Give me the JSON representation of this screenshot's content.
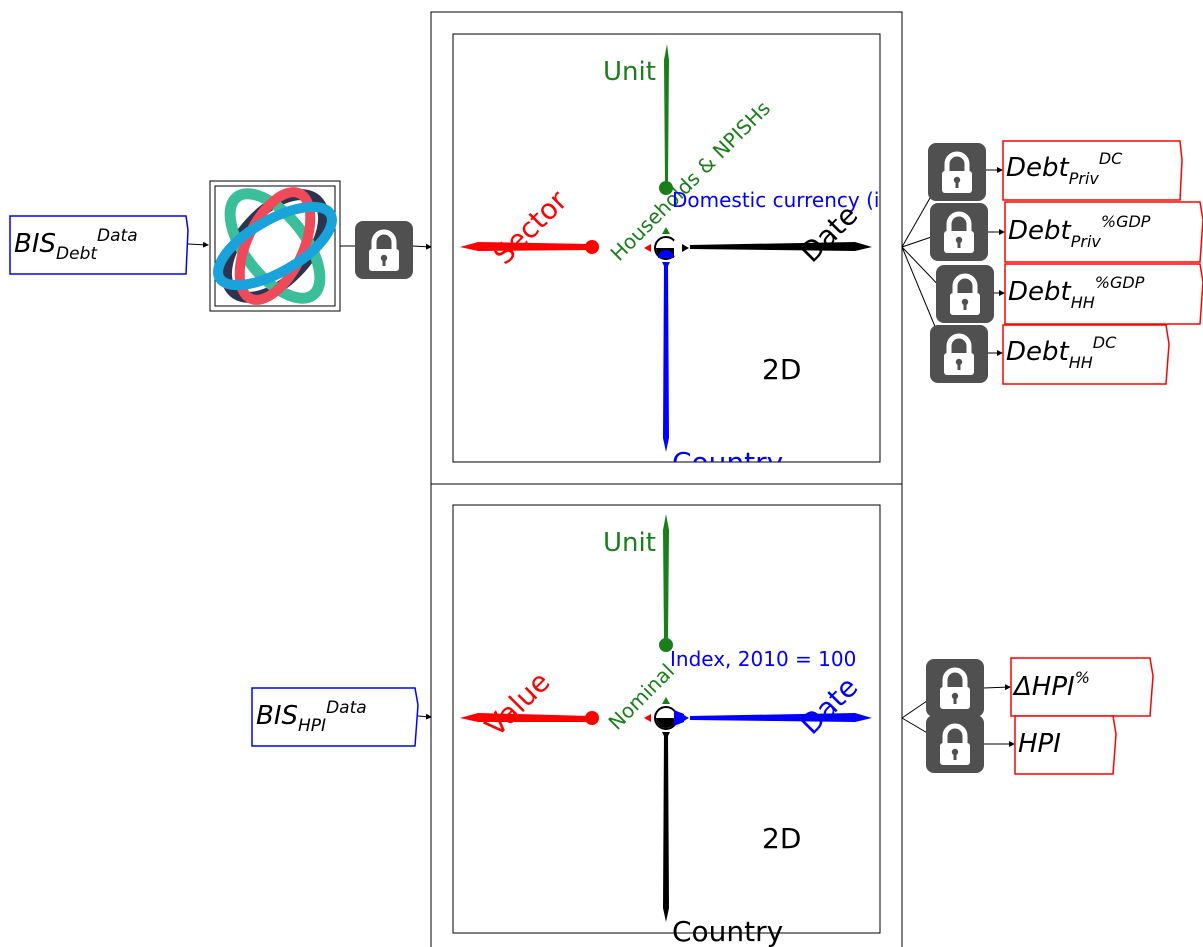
{
  "top": {
    "source_tag": {
      "base": "BIS",
      "sub": "Debt",
      "sup": "Data"
    },
    "cube": {
      "axes": {
        "up": "Unit",
        "left": "Sector",
        "right": "Date",
        "down": "Country"
      },
      "filters": {
        "sector": "Households & NPISHs",
        "unit": "Domestic currency (i"
      },
      "label": "2D"
    },
    "outputs": [
      {
        "base": "Debt",
        "sub": "Priv",
        "sup": "DC"
      },
      {
        "base": "Debt",
        "sub": "Priv",
        "sup": "%GDP"
      },
      {
        "base": "Debt",
        "sub": "HH",
        "sup": "%GDP"
      },
      {
        "base": "Debt",
        "sub": "HH",
        "sup": "DC"
      }
    ]
  },
  "bottom": {
    "source_tag": {
      "base": "BIS",
      "sub": "HPI",
      "sup": "Data"
    },
    "cube": {
      "axes": {
        "up": "Unit",
        "left": "Value",
        "right": "Date",
        "down": "Country"
      },
      "filters": {
        "unit": "Nominal",
        "index": "Index, 2010 = 100"
      },
      "label": "2D"
    },
    "outputs": [
      {
        "base": "ΔHPI",
        "sup": "%"
      },
      {
        "base": "HPI"
      }
    ]
  },
  "colors": {
    "green": "#1a7f1a",
    "red": "#ff0000",
    "blue": "#0000ff",
    "black": "#000000",
    "lock": "#505050",
    "logo_navy": "#2c3550",
    "logo_teal": "#3bbf9a",
    "logo_red": "#ef4a5a",
    "logo_cyan": "#1aa3db"
  },
  "icons": [
    "lock-icon",
    "bis-logo-icon"
  ]
}
